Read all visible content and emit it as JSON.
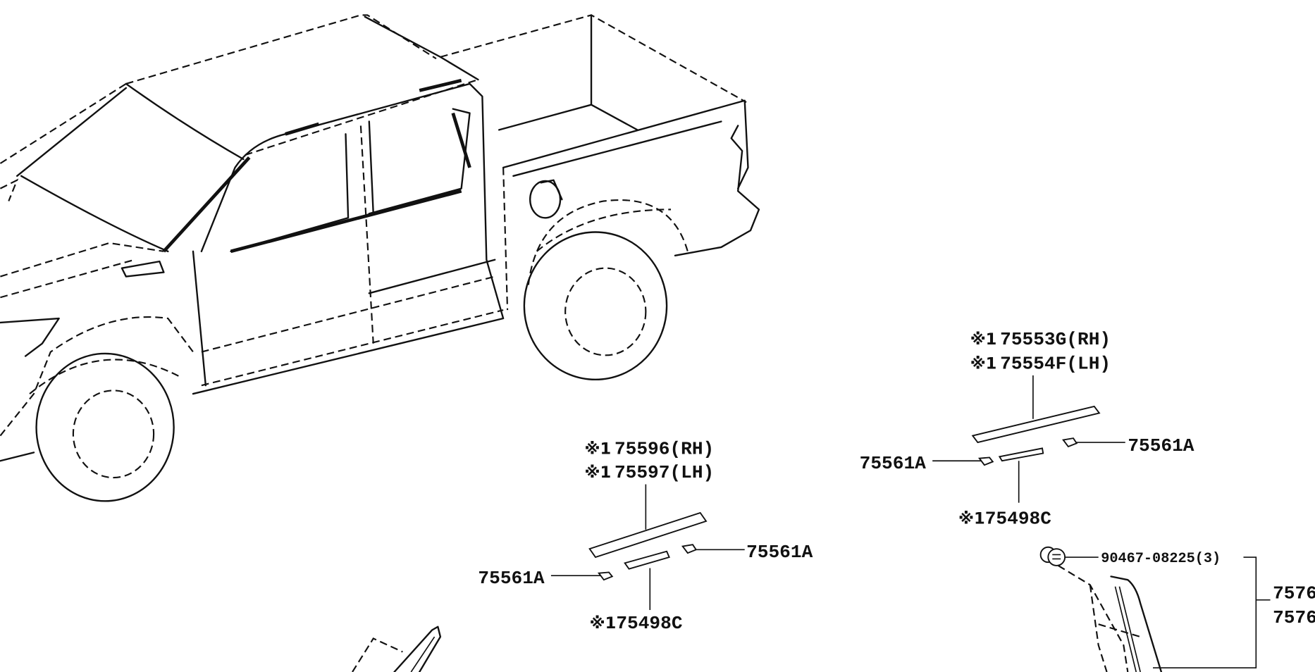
{
  "diagram": {
    "front_sill": {
      "marker": "※1",
      "part_rh": "75596(RH)",
      "part_lh": "75597(LH)",
      "clip_left": "75561A",
      "clip_right": "75561A",
      "insert": "75498C"
    },
    "rear_sill": {
      "marker": "※1",
      "part_rh": "75553G(RH)",
      "part_lh": "75554F(LH)",
      "clip_left": "75561A",
      "clip_right": "75561A",
      "insert": "75498C"
    },
    "rear_trim": {
      "fastener": "90467-08225(3)",
      "part_1": "7576",
      "part_2": "7576"
    }
  }
}
